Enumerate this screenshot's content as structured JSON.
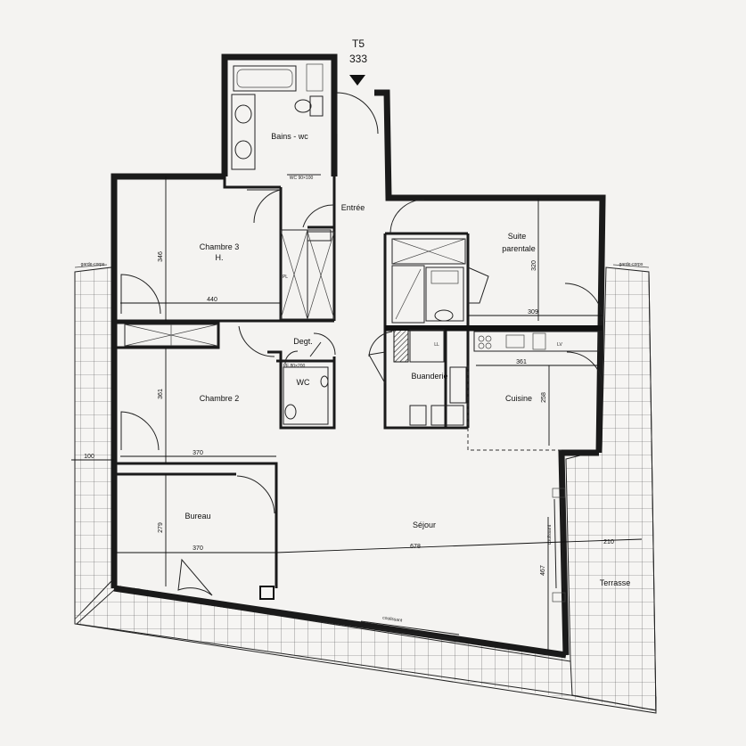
{
  "plan": {
    "type_label": "T5",
    "unit_number": "333"
  },
  "rooms": {
    "bains_wc": "Bains - wc",
    "entree": "Entrée",
    "chambre3": "Chambre 3",
    "chambre3_sub": "H.",
    "suite_parentale_line1": "Suite",
    "suite_parentale_line2": "parentale",
    "degt": "Degt.",
    "wc": "WC",
    "buanderie": "Buanderie",
    "cuisine": "Cuisine",
    "chambre2": "Chambre 2",
    "bureau": "Bureau",
    "sejour": "Séjour",
    "terrasse": "Terrasse"
  },
  "dimensions": {
    "ch3_height": "346",
    "ch3_width": "440",
    "suite_height": "320",
    "suite_width": "309",
    "cuisine_width": "361",
    "cuisine_height": "258",
    "ch2_height": "361",
    "ch2_width": "370",
    "bureau_height": "279",
    "bureau_width": "370",
    "sejour_width": "678",
    "sejour_height": "467",
    "terrasse_width": "210",
    "left_offset": "100"
  },
  "annotations": {
    "garde_corps_left": "garde-corps",
    "garde_corps_right": "garde-corps",
    "coulissant_bottom": "coulissant",
    "coulissant_right": "coulissant",
    "wc_fixture_note": "WC 90×100",
    "degt_fixture_note": "PF 80×200",
    "ll": "LL",
    "lv": "LV",
    "pl": "PL"
  }
}
